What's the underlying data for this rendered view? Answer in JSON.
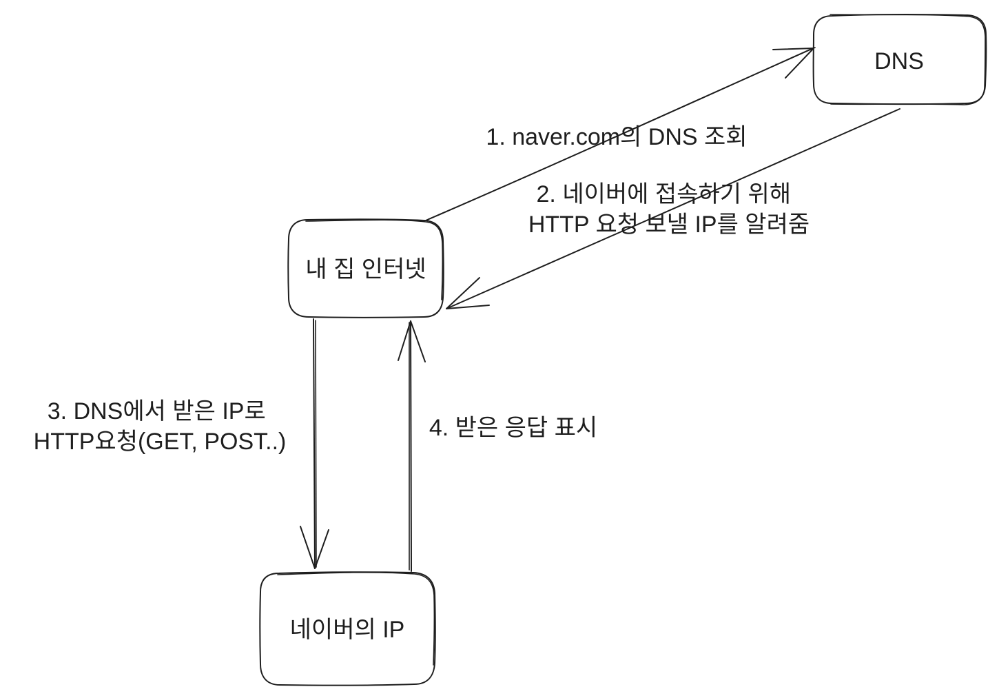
{
  "nodes": {
    "dns": {
      "label": "DNS"
    },
    "home": {
      "label": "내 집 인터넷"
    },
    "naver": {
      "label": "네이버의 IP"
    }
  },
  "edges": {
    "step1": {
      "lines": [
        "1. naver.com의 DNS 조회"
      ]
    },
    "step2": {
      "lines": [
        "2. 네이버에 접속하기 위해",
        "HTTP 요청 보낼 IP를 알려줌"
      ]
    },
    "step3": {
      "lines": [
        "3. DNS에서 받은 IP로",
        "HTTP요청(GET, POST..)"
      ]
    },
    "step4": {
      "lines": [
        "4. 받은 응답 표시"
      ]
    }
  },
  "colors": {
    "stroke": "#1e1e1e",
    "background": "#ffffff"
  }
}
